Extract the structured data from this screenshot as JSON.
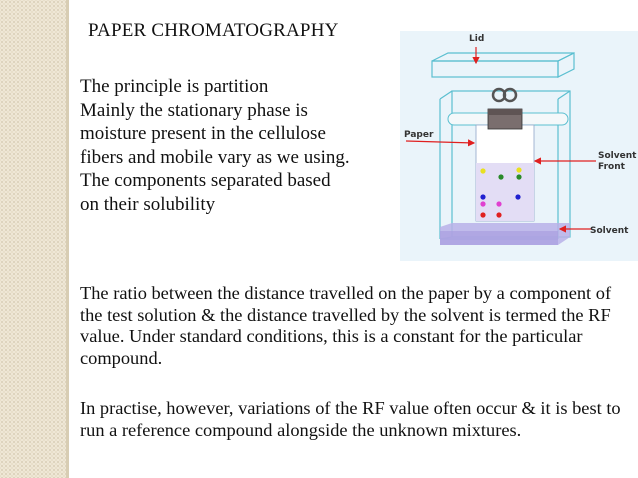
{
  "slide": {
    "title": "PAPER CHROMATOGRAPHY",
    "principle_lines": [
      "The principle is partition",
      "Mainly the stationary phase is",
      "moisture present in the cellulose",
      "fibers and mobile vary as we using.",
      "The components separated based",
      "on their solubility"
    ],
    "paragraph1": "The ratio between the distance travelled on the paper by a component of the test solution & the distance travelled by the solvent is termed the RF value.  Under standard conditions, this is a constant for the particular compound.",
    "paragraph2": "In practise, however, variations of the RF value often occur & it is best to run a reference compound alongside the unknown mixtures."
  },
  "diagram": {
    "labels": {
      "lid": "Lid",
      "paper": "Paper",
      "solvent_front_line1": "Solvent",
      "solvent_front_line2": "Front",
      "solvent": "Solvent"
    },
    "colors": {
      "background": "#eaf4fa",
      "glass": "#5bbfd0",
      "arrow": "#e02020",
      "solvent": "#b8b0e8",
      "clip": "#7a6e6e"
    }
  }
}
